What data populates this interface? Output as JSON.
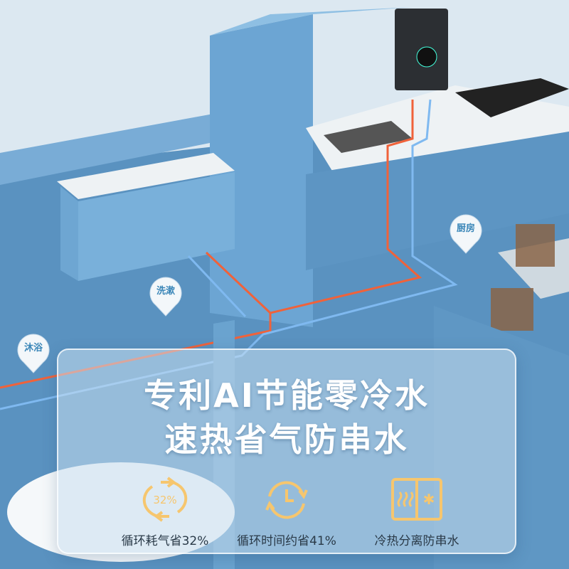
{
  "pins": [
    {
      "label": "厨房"
    },
    {
      "label": "洗漱"
    },
    {
      "label": "沐浴"
    }
  ],
  "card": {
    "headline_1": "专利AI节能零冷水",
    "headline_2": "速热省气防串水",
    "features": [
      {
        "icon": "cycle-32-percent-icon",
        "icon_text": "32%",
        "label": "循环耗气省32%"
      },
      {
        "icon": "clock-cycle-icon",
        "label": "循环时间约省41%"
      },
      {
        "icon": "hot-cold-split-icon",
        "label": "冷热分离防串水"
      }
    ]
  },
  "colors": {
    "accent": "#f6c66e",
    "hot_pipe": "#f0623a",
    "cold_pipe": "#7fb9f0",
    "wall": "#6aa3cf",
    "floor": "#4f86b4"
  }
}
